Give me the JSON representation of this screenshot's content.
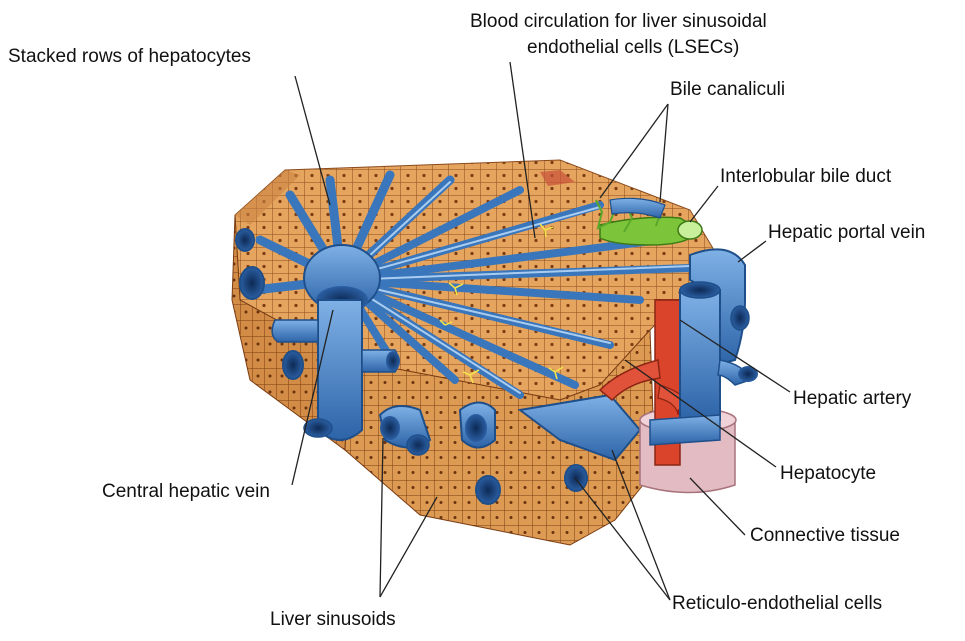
{
  "labels": {
    "stacked_rows": "Stacked rows of hepatocytes",
    "blood_circ_line1": "Blood circulation for liver sinusoidal",
    "blood_circ_line2": "endothelial cells (LSECs)",
    "bile_canaliculi": "Bile canaliculi",
    "interlobular_bile_duct": "Interlobular bile duct",
    "hepatic_portal_vein": "Hepatic portal vein",
    "hepatic_artery": "Hepatic artery",
    "hepatocyte": "Hepatocyte",
    "connective_tissue": "Connective tissue",
    "reticulo_endothelial": "Reticulo-endothelial cells",
    "liver_sinusoids": "Liver sinusoids",
    "central_hepatic_vein": "Central hepatic vein"
  },
  "colors": {
    "tissue": "#e3a25a",
    "tissue_dark": "#b96a2a",
    "cell_line": "#8a4a1c",
    "vessel": "#4a86c9",
    "vessel_dark": "#1f4f8a",
    "artery": "#d9442a",
    "bile": "#7cc43a",
    "connective": "#e5c0c6",
    "leader": "#222222"
  }
}
